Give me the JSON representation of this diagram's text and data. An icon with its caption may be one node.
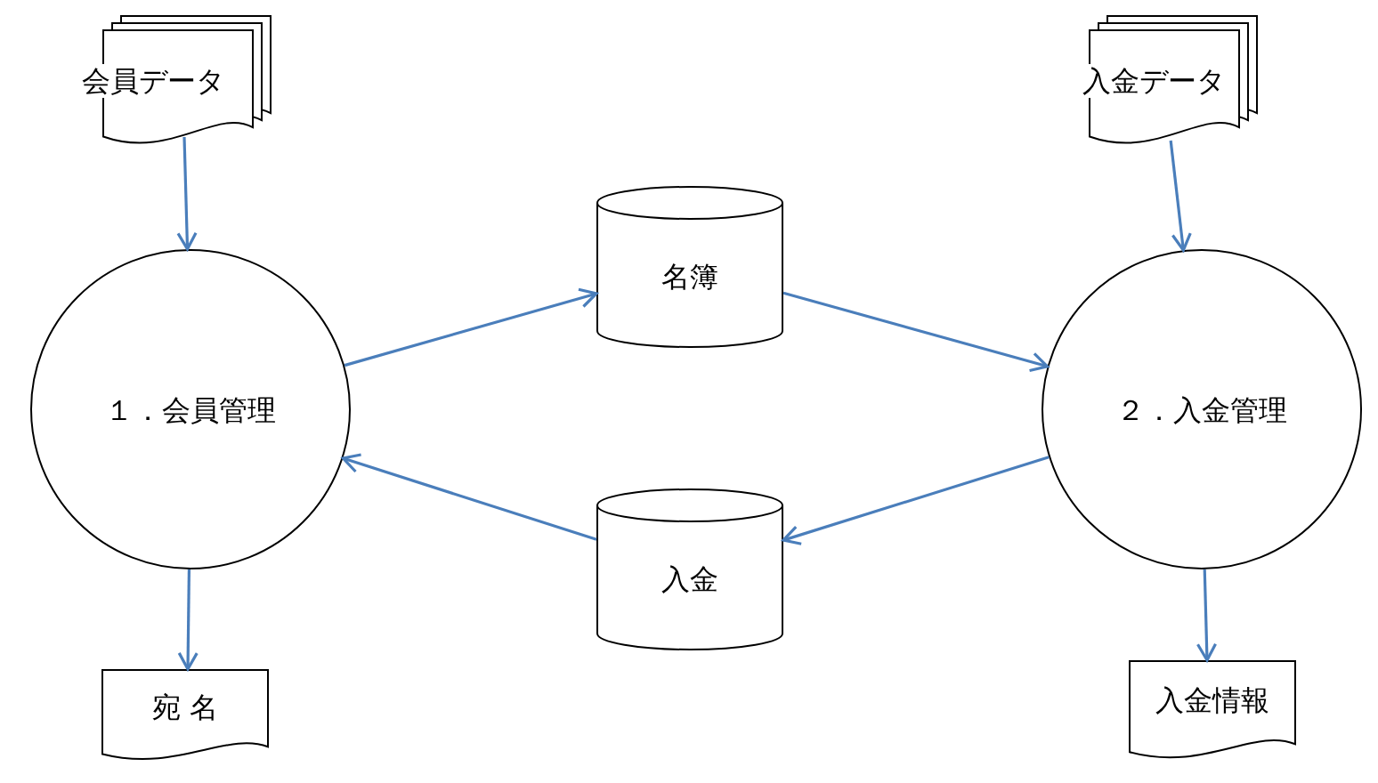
{
  "diagram": {
    "nodes": [
      {
        "text": [
          "会員データ"
        ]
      },
      {
        "text": [
          "入金データ"
        ]
      },
      {
        "text": [
          "１．会員管理"
        ]
      },
      {
        "text": [
          "名簿"
        ]
      },
      {
        "text": [
          "２．入金管理"
        ]
      },
      {
        "text": [
          "入金"
        ]
      },
      {
        "text": [
          "宛 名"
        ]
      },
      {
        "text": [
          "入金情報"
        ]
      }
    ],
    "edges": [
      {
        "from": 0,
        "to": 2,
        "arrow": "to"
      },
      {
        "from": 1,
        "to": 4,
        "arrow": "to"
      },
      {
        "from": 2,
        "to": 3,
        "arrow": "to"
      },
      {
        "from": 3,
        "to": 4,
        "arrow": "to"
      },
      {
        "from": 4,
        "to": 5,
        "arrow": "to"
      },
      {
        "from": 5,
        "to": 2,
        "arrow": "to"
      },
      {
        "from": 2,
        "to": 6,
        "arrow": "to"
      },
      {
        "from": 4,
        "to": 7,
        "arrow": "to"
      }
    ]
  }
}
